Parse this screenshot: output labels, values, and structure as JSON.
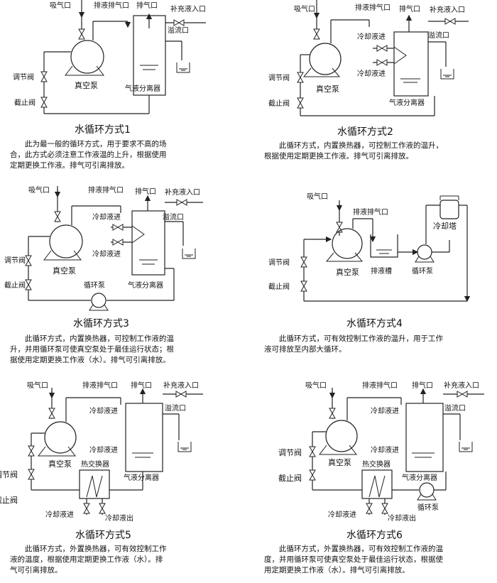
{
  "labels": {
    "suction_port": "吸气口",
    "drain_exhaust_port": "排液排气口",
    "exhaust_port": "排气口",
    "makeup_inlet": "补充液入口",
    "overflow_port": "溢流口",
    "vacuum_pump": "真空泵",
    "regulating_valve": "调节阀",
    "stop_valve": "截止阀",
    "gas_liquid_separator": "气液分离器",
    "coolant_in": "冷却液进",
    "coolant_out": "冷却液出",
    "circulation_pump": "循环泵",
    "cooling_tower": "冷却塔",
    "drain_tank": "排液槽",
    "heat_exchanger": "热交换器"
  },
  "modes": [
    {
      "title": "水循环方式1",
      "desc": [
        "　　此为最一般的循环方式，用于要求不高的场",
        "合，此方式必须注意工作液温的上升，根据使用",
        "定期更换工作液。排气可引离排放。"
      ]
    },
    {
      "title": "水循环方式2",
      "desc": [
        "　　此循环方式，内置换热器，可控制工作液的温升，",
        "根据使用定期更换工作液。排气可引离排放。"
      ]
    },
    {
      "title": "水循环方式3",
      "desc": [
        "　　此循环方式，内置换热器，可控制工作液的温",
        "升，并用循环泵可使真空泵处于最佳运行状态；根",
        "据使用定期更换工作液（水）。排气可引离排放。"
      ]
    },
    {
      "title": "水循环方式4",
      "desc": [
        "　　此循环方式，可有效控制工作液的温升，用于工作",
        "液可排放至内部大循环。"
      ]
    },
    {
      "title": "水循环方式5",
      "desc": [
        "　　此循环方式，外置换热器，可有效控制工作",
        "液的温度，根据使用定期更换工作液（水）。排",
        "气可引离排放。"
      ]
    },
    {
      "title": "水循环方式6",
      "desc": [
        "　　此循环方式，外置换热器，可有效控制工作液的温",
        "度，并用循环泵可使真空泵处于最佳运行状态，根据使",
        "用定期更换工作液（水）。排气可引离排放。"
      ]
    }
  ]
}
